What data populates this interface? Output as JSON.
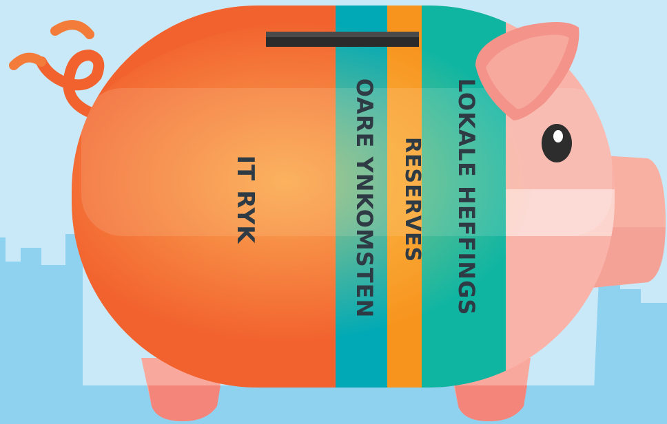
{
  "diagram": {
    "segments": [
      {
        "label": "IT RYK",
        "color": "#f2622e"
      },
      {
        "label": "OARE YNKOMSTEN",
        "color": "#00a9b5"
      },
      {
        "label": "RESERVES",
        "color": "#f7941e"
      },
      {
        "label": "LOKALE HEFFINGS",
        "color": "#10b5a2"
      }
    ]
  },
  "colors": {
    "sky": "#c9e9f8",
    "city": "#8fd2f0",
    "pig_pink": "#f4938a",
    "pig_light": "#f9b3a8",
    "slot": "#2b2b2b"
  },
  "icons": {
    "pig": "piggy-bank-icon",
    "tail": "curly-tail-icon",
    "eye": "eye-icon",
    "coin_slot": "coin-slot-icon"
  }
}
